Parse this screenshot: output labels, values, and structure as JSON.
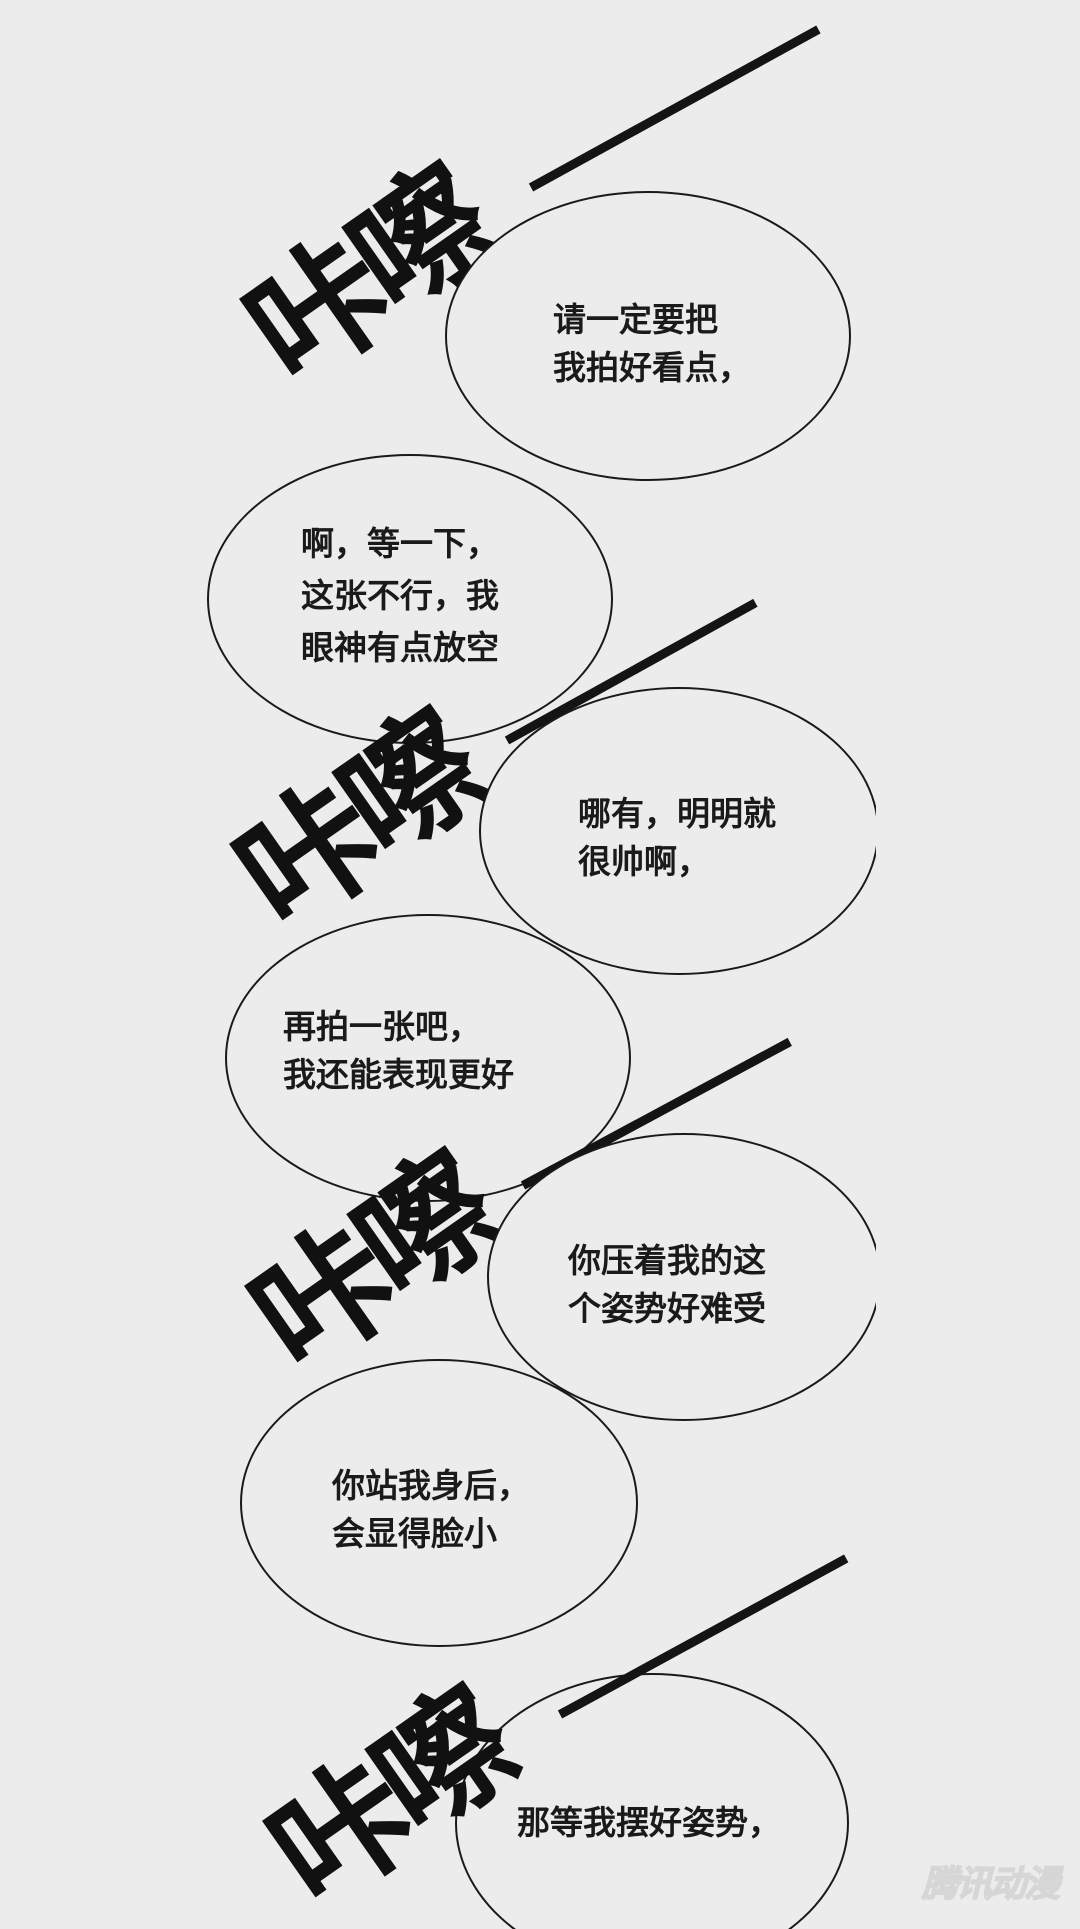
{
  "sfx": "咔嚓",
  "bubbles": [
    {
      "lines": [
        "请一定要把",
        "我拍好看点，"
      ]
    },
    {
      "lines": [
        "啊，等一下，",
        "这张不行，我",
        "眼神有点放空"
      ]
    },
    {
      "lines": [
        "哪有，明明就",
        "很帅啊，"
      ]
    },
    {
      "lines": [
        "再拍一张吧，",
        "我还能表现更好"
      ]
    },
    {
      "lines": [
        "你压着我的这",
        "个姿势好难受"
      ]
    },
    {
      "lines": [
        "你站我身后，",
        "会显得脸小"
      ]
    },
    {
      "lines": [
        "那等我摆好姿势，"
      ]
    }
  ],
  "watermark": "腾讯动漫"
}
